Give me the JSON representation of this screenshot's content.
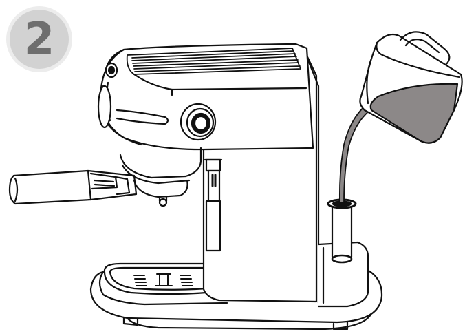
{
  "step": {
    "number": "2",
    "badge_fill": "#d2d2d2",
    "badge_ring": "#ececec",
    "number_color": "#6e6e6e"
  },
  "illustration": {
    "subject": "espresso-machine",
    "action": "pouring-water-into-reservoir",
    "line_color": "#111111",
    "water_color": "#8c8888"
  }
}
